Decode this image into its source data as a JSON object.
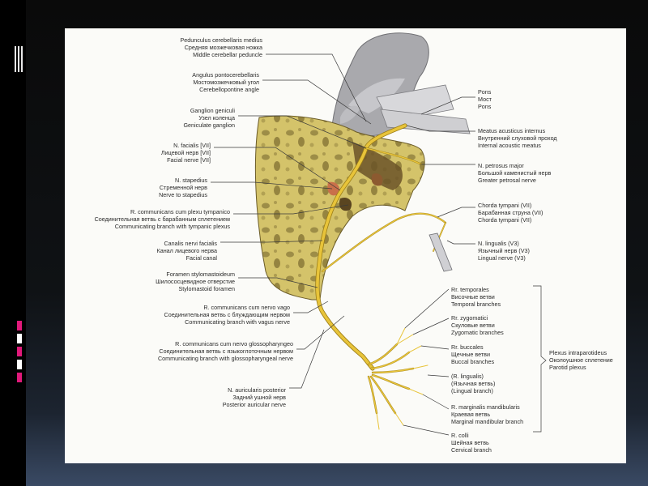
{
  "labels": {
    "peduncle": [
      "Pedunculus cerebellaris medius",
      "Средняя мозжечковая ножка",
      "Middle cerebellar peduncle"
    ],
    "angle": [
      "Angulus pontocerebellaris",
      "Мостомозжечковый угол",
      "Cerebellopontine angle"
    ],
    "ganglion": [
      "Ganglion geniculi",
      "Узел коленца",
      "Geniculate ganglion"
    ],
    "facialis": [
      "N. facialis [VII]",
      "Лицевой нерв [VII]",
      "Facial nerve [VII]"
    ],
    "stapedius": [
      "N. stapedius",
      "Стременной нерв",
      "Nerve to stapedius"
    ],
    "r_tympanico": [
      "R. communicans cum plexu tympanico",
      "Соединительная ветвь с барабанным сплетением",
      "Communicating branch with tympanic plexus"
    ],
    "canalis": [
      "Canalis nervi facialis",
      "Канал лицевого нерва",
      "Facial canal"
    ],
    "foramen": [
      "Foramen stylomastoideum",
      "Шилососцевидное отверстие",
      "Stylomastoid foramen"
    ],
    "r_vago": [
      "R. communicans cum nervo vago",
      "Соединительная ветвь с блуждающим нервом",
      "Communicating branch with vagus nerve"
    ],
    "r_glosso": [
      "R. communicans cum nervo glossopharyngeo",
      "Соединительная ветвь с языкоглоточным нервом",
      "Communicating branch with glossopharyngeal nerve"
    ],
    "auricularis": [
      "N. auricularis posterior",
      "Задний ушной нерв",
      "Posterior auricular nerve"
    ],
    "pons": [
      "Pons",
      "Мост",
      "Pons"
    ],
    "meatus": [
      "Meatus acusticus internus",
      "Внутренний слуховой проход",
      "Internal acoustic meatus"
    ],
    "petrosus": [
      "N. petrosus major",
      "Большой каменистый нерв",
      "Greater petrosal nerve"
    ],
    "chorda": [
      "Chorda tympani (VII)",
      "Барабанная струна (VII)",
      "Chorda tympani (VII)"
    ],
    "lingualis": [
      "N. lingualis (V3)",
      "Язычный нерв (V3)",
      "Lingual nerve (V3)"
    ],
    "temporales": [
      "Rr. temporales",
      "Височные ветви",
      "Temporal branches"
    ],
    "zygomatici": [
      "Rr. zygomatici",
      "Скуловые ветви",
      "Zygomatic branches"
    ],
    "buccales": [
      "Rr. buccales",
      "Щечные ветви",
      "Buccal branches"
    ],
    "r_lingualis": [
      "(R. lingualis)",
      "(Язычная ветвь)",
      "(Lingual branch)"
    ],
    "marginalis": [
      "R. marginalis mandibularis",
      "Краевая ветвь",
      "Marginal mandibular branch"
    ],
    "colli": [
      "R. colli",
      "Шейная ветвь",
      "Cervical branch"
    ],
    "plexus": [
      "Plexus intraparotideus",
      "Околоушное сплетение",
      "Parotid plexus"
    ]
  },
  "colors": {
    "nerve": "#e8c43a",
    "bone": "#d4c36a",
    "bone_cavity": "#8a7a3a",
    "brainstem": "#a9a9ad",
    "slide_accent": "#e0197a"
  }
}
